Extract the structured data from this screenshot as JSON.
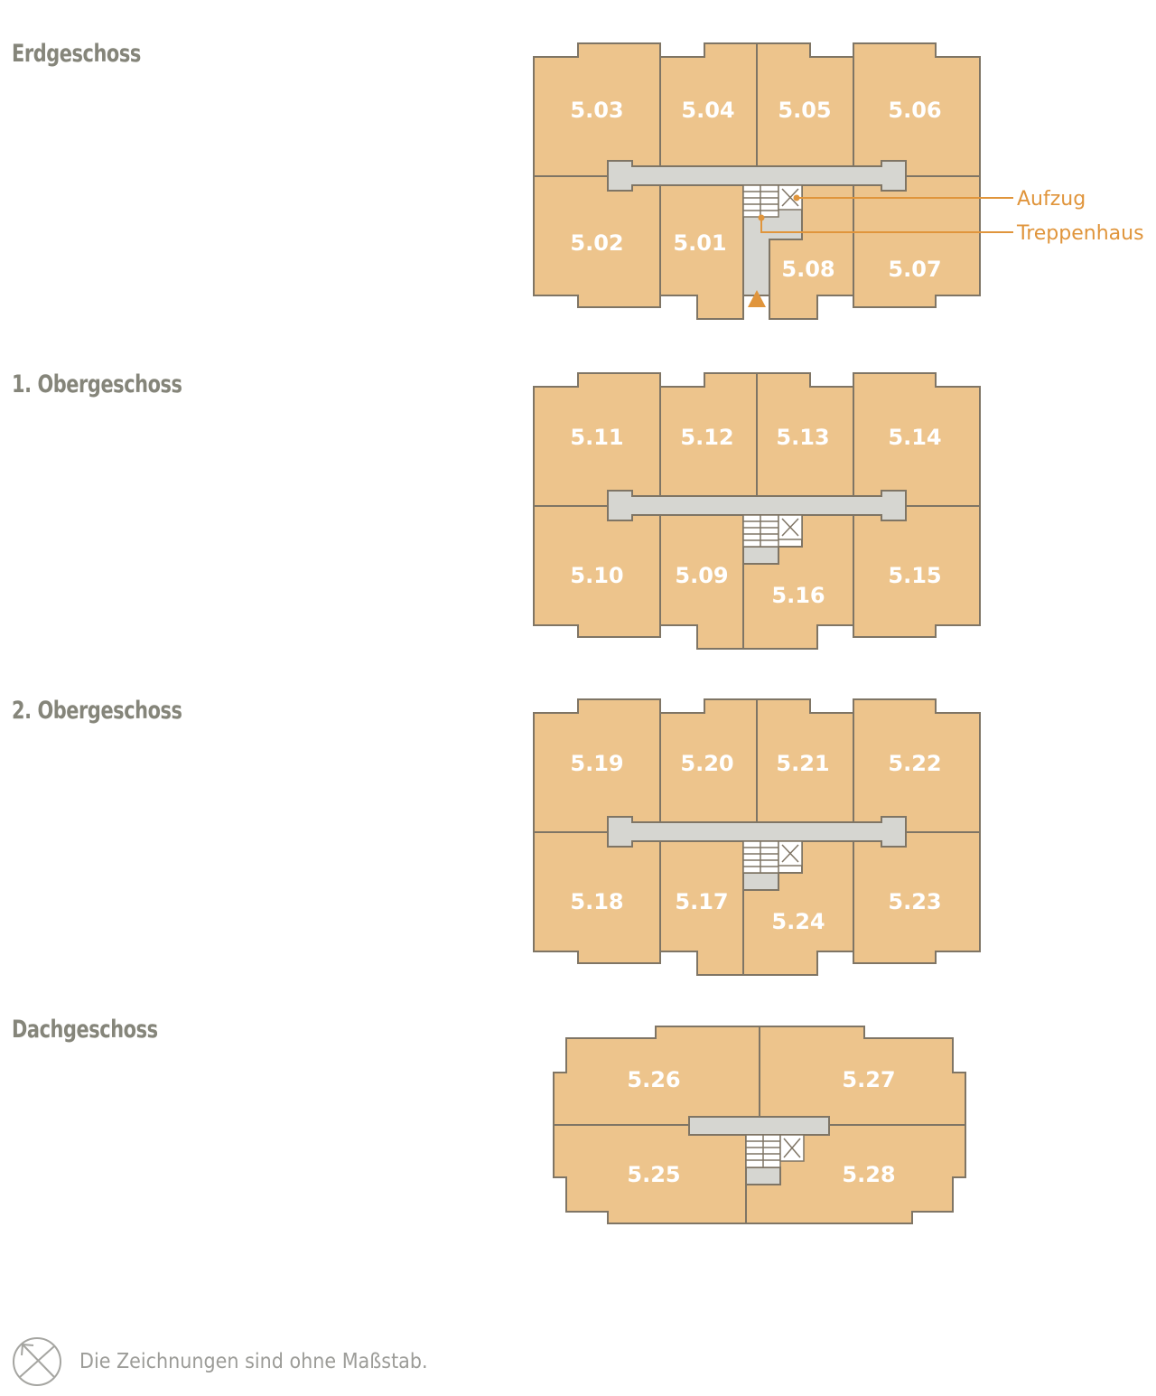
{
  "floors": [
    {
      "title": "Erdgeschoss",
      "units": [
        "5.03",
        "5.04",
        "5.05",
        "5.06",
        "5.02",
        "5.01",
        "5.08",
        "5.07"
      ]
    },
    {
      "title": "1. Obergeschoss",
      "units": [
        "5.11",
        "5.12",
        "5.13",
        "5.14",
        "5.10",
        "5.09",
        "5.16",
        "5.15"
      ]
    },
    {
      "title": "2. Obergeschoss",
      "units": [
        "5.19",
        "5.20",
        "5.21",
        "5.22",
        "5.18",
        "5.17",
        "5.24",
        "5.23"
      ]
    },
    {
      "title": "Dachgeschoss",
      "units": [
        "5.26",
        "5.27",
        "5.25",
        "5.28"
      ]
    }
  ],
  "legend": {
    "elevator": "Aufzug",
    "stairwell": "Treppenhaus"
  },
  "colors": {
    "unit_fill": "#edc48c",
    "core_fill": "#d6d6d1",
    "outline": "#7f7565",
    "accent": "#e0953c",
    "title_text": "#85857a"
  },
  "footer": {
    "note": "Die Zeichnungen sind ohne Maßstab."
  }
}
